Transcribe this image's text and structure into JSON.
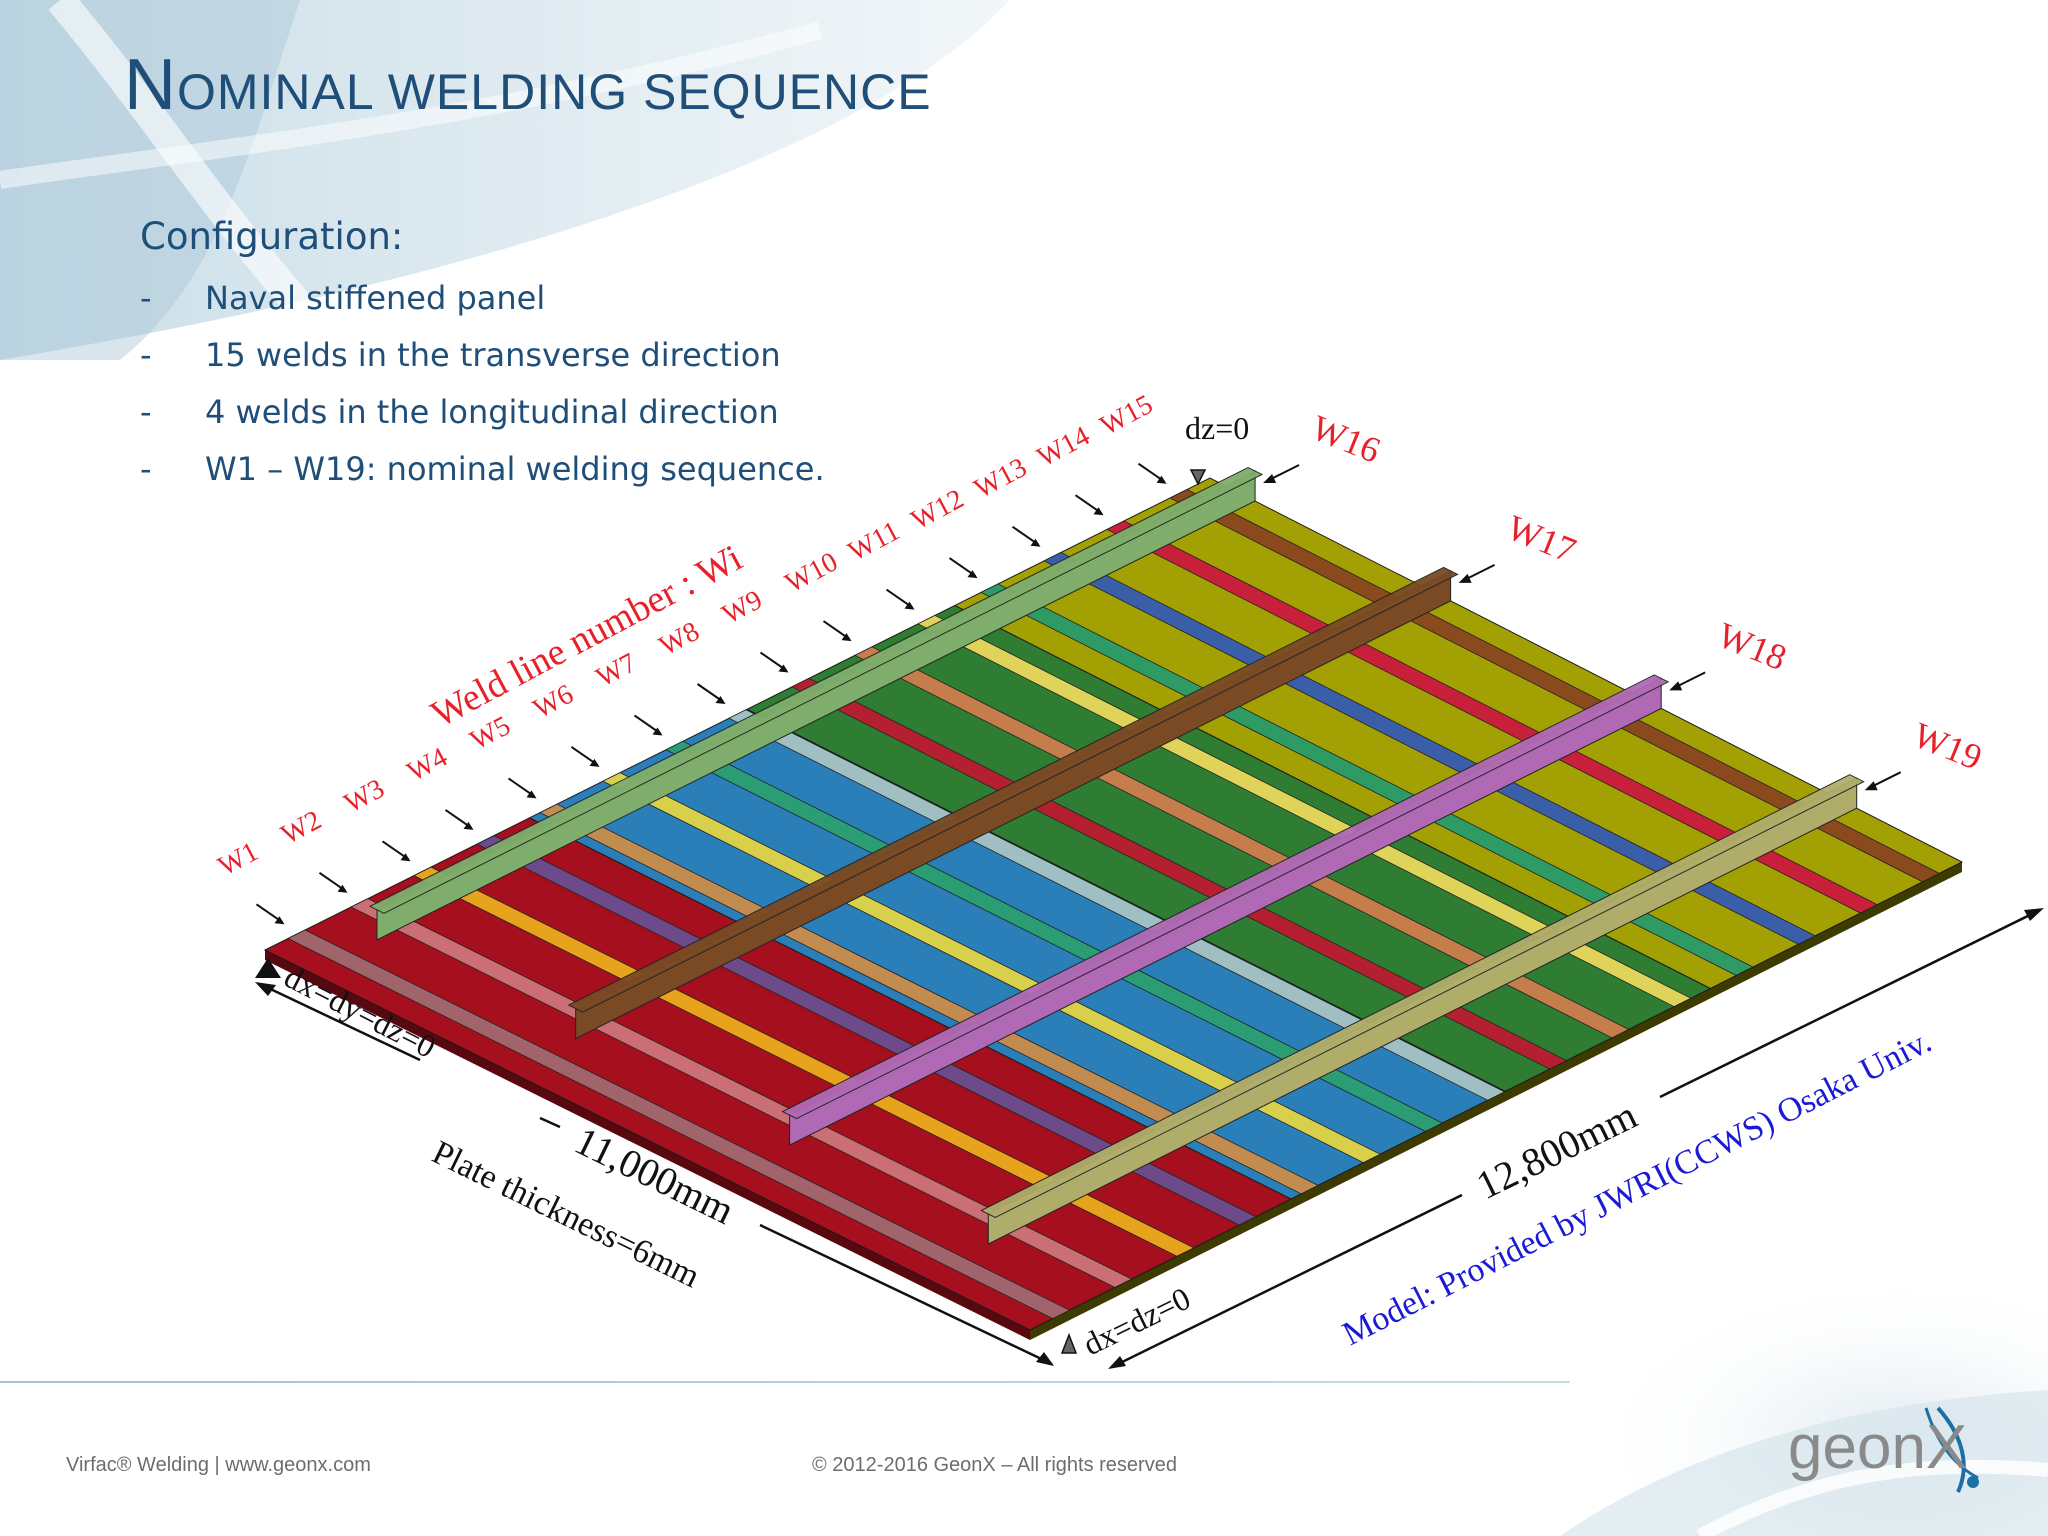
{
  "slide": {
    "title": "Nominal welding sequence"
  },
  "config": {
    "heading": "Configuration:",
    "bullet_marker": "-",
    "items": [
      "Naval stiffened panel",
      "15 welds in the transverse direction",
      "4 welds in the longitudinal direction",
      "W1 – W19: nominal welding sequence."
    ]
  },
  "diagram": {
    "weld_line_caption": "Weld line number : Wi",
    "transverse_welds": [
      "W1",
      "W2",
      "W3",
      "W4",
      "W5",
      "W6",
      "W7",
      "W8",
      "W9",
      "W10",
      "W11",
      "W12",
      "W13",
      "W14",
      "W15"
    ],
    "longitudinal_welds": [
      "W16",
      "W17",
      "W18",
      "W19"
    ],
    "bc_top": "dz=0",
    "bc_left": "dx=dy=dz=0",
    "bc_bottom": "dx=dz=0",
    "dim_short": "11,000mm",
    "dim_long": "12,800mm",
    "plate_thickness": "Plate thickness=6mm",
    "model_credit": "Model: Provided by JWRI(CCWS) Osaka Univ.",
    "colors": {
      "plate_red": "#a50f1e",
      "plate_blue": "#2a7fb8",
      "plate_green": "#2e7d32",
      "plate_yellow": "#a3a004",
      "label_red": "#e8202a",
      "credit_blue": "#1a1ad6",
      "stiffener_w16": "#7fae6c",
      "stiffener_w17": "#7a4a24",
      "stiffener_w18": "#b069b4",
      "stiffener_w19": "#b0ad6a"
    }
  },
  "footer": {
    "left": "Virfac® Welding | www.geonx.com",
    "center": "© 2012-2016 GeonX – All rights reserved",
    "logo_text": "geonX"
  }
}
